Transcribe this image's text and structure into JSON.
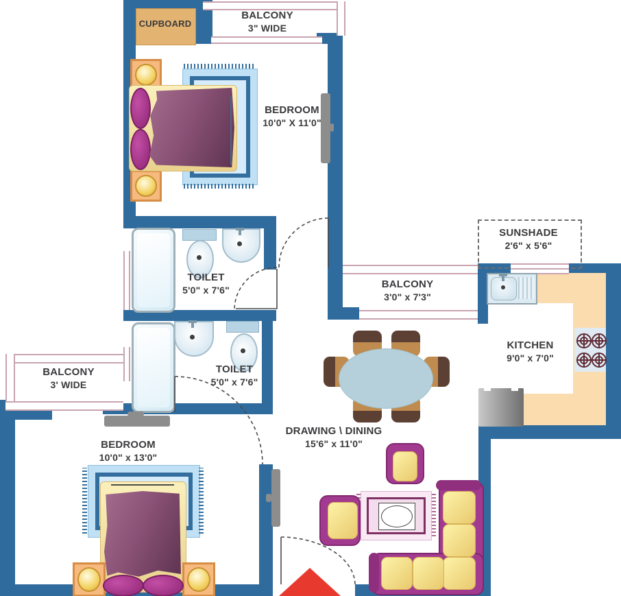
{
  "labels": {
    "cupboard": {
      "name": "CUPBOARD",
      "dims": ""
    },
    "balcony_top": {
      "name": "BALCONY",
      "dims": "3\" WIDE"
    },
    "bedroom1": {
      "name": "BEDROOM",
      "dims": "10'0\" X 11'0\""
    },
    "toilet1": {
      "name": "TOILET",
      "dims": "5'0\" x 7'6\""
    },
    "toilet2": {
      "name": "TOILET",
      "dims": "5'0\" x 7'6\""
    },
    "balcony_left": {
      "name": "BALCONY",
      "dims": "3' WIDE"
    },
    "bedroom2": {
      "name": "BEDROOM",
      "dims": "10'0\" x 13'0\""
    },
    "drawing_dining": {
      "name": "DRAWING \\ DINING",
      "dims": "15'6\" x 11'0\""
    },
    "balcony_right": {
      "name": "BALCONY",
      "dims": "3'0\" x 7'3\""
    },
    "sunshade": {
      "name": "SUNSHADE",
      "dims": "2'6\" x 5'6\""
    },
    "kitchen": {
      "name": "KITCHEN",
      "dims": "9'0\" x 7'0\""
    }
  },
  "colors": {
    "wall": "#2f6b9c",
    "rail": "#c9a2b0",
    "counter": "#fbdcae",
    "cupboard": "#e3b471",
    "rug-field": "#bfe0f5",
    "rug-frame": "#336e9e",
    "pillow": "#8f2574",
    "nightstand": "#f6b97e",
    "tv": "#8d8d8d",
    "sofa-m": "#a23b8f",
    "table": "#b5d0da",
    "arrow": "#e8392f",
    "burner": "#5f2a33",
    "text": "#3a3a3d"
  }
}
